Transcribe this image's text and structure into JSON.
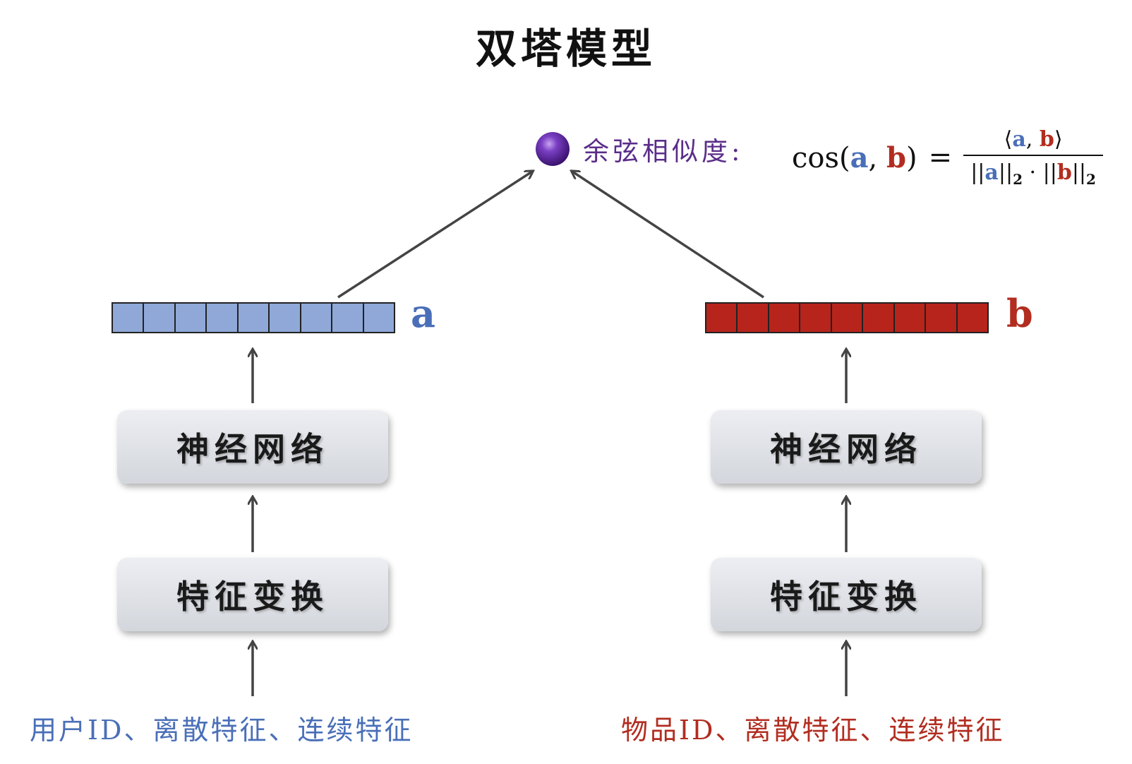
{
  "title": "双塔模型",
  "similarity": {
    "label": "余弦相似度:",
    "formula_lhs_prefix": "cos(",
    "formula_a": "a",
    "formula_sep": ", ",
    "formula_b": "b",
    "formula_lhs_suffix": ")",
    "formula_eq": "=",
    "numerator_open": "⟨",
    "numerator_sep": ", ",
    "numerator_close": "⟩",
    "denominator_norm_open": "||",
    "denominator_norm_close": "||",
    "denominator_sub": "2",
    "denominator_dot": " · "
  },
  "left_tower": {
    "vector_label": "a",
    "network_label": "神经网络",
    "transform_label": "特征变换",
    "input_label": "用户ID、离散特征、连续特征",
    "cell_count": 9
  },
  "right_tower": {
    "vector_label": "b",
    "network_label": "神经网络",
    "transform_label": "特征变换",
    "input_label": "物品ID、离散特征、连续特征",
    "cell_count": 9
  },
  "colors": {
    "user_blue": "#4a6fb8",
    "user_cell": "#8fa8d8",
    "item_red": "#b22d20",
    "item_cell": "#b7241b",
    "similarity_purple": "#5b2d8a",
    "arrow": "#444444"
  }
}
